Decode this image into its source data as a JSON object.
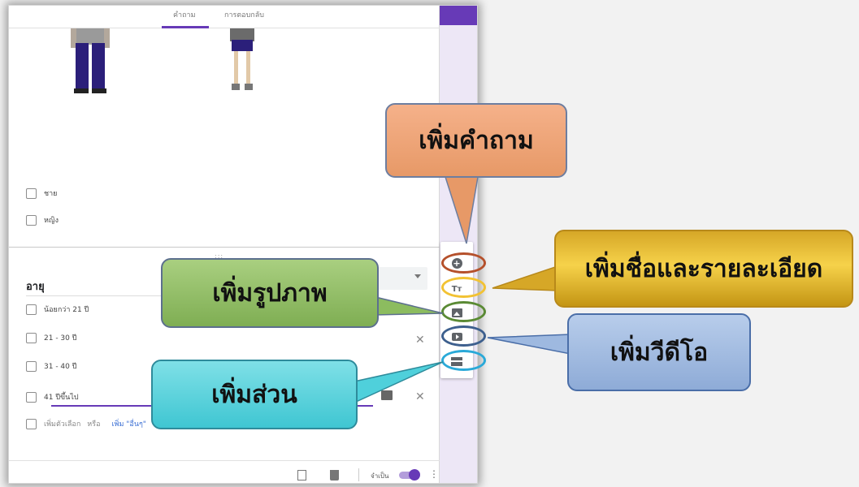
{
  "form": {
    "tabs": [
      {
        "label": "คำถาม"
      },
      {
        "label": "การตอบกลับ"
      }
    ],
    "gender_options": [
      {
        "label": "ชาย"
      },
      {
        "label": "หญิง"
      }
    ],
    "question": {
      "title": "อายุ",
      "options": [
        {
          "label": "น้อยกว่า 21 ปี"
        },
        {
          "label": "21 - 30 ปี"
        },
        {
          "label": "31 - 40 ปี"
        },
        {
          "label": "41 ปีขึ้นไป"
        }
      ],
      "add_option": "เพิ่มตัวเลือก",
      "or": "หรือ",
      "add_other": "เพิ่ม \"อื่นๆ\""
    },
    "footer": {
      "required_label": "จำเป็น"
    }
  },
  "toolbar_icons": [
    "add-circle-icon",
    "title-icon",
    "image-icon",
    "video-icon",
    "section-icon"
  ],
  "callouts": {
    "add_question": "เพิ่มคำถาม",
    "add_title": "เพิ่มชื่อและรายละเอียด",
    "add_image": "เพิ่มรูปภาพ",
    "add_video": "เพิ่มวีดีโอ",
    "add_section": "เพิ่มส่วน"
  },
  "colors": {
    "accent": "#673ab7",
    "add_question": "#e79967",
    "add_title": "#f6d24a",
    "add_image": "#7fae53",
    "add_video": "#8eabd7",
    "add_section": "#3fc6d2"
  }
}
